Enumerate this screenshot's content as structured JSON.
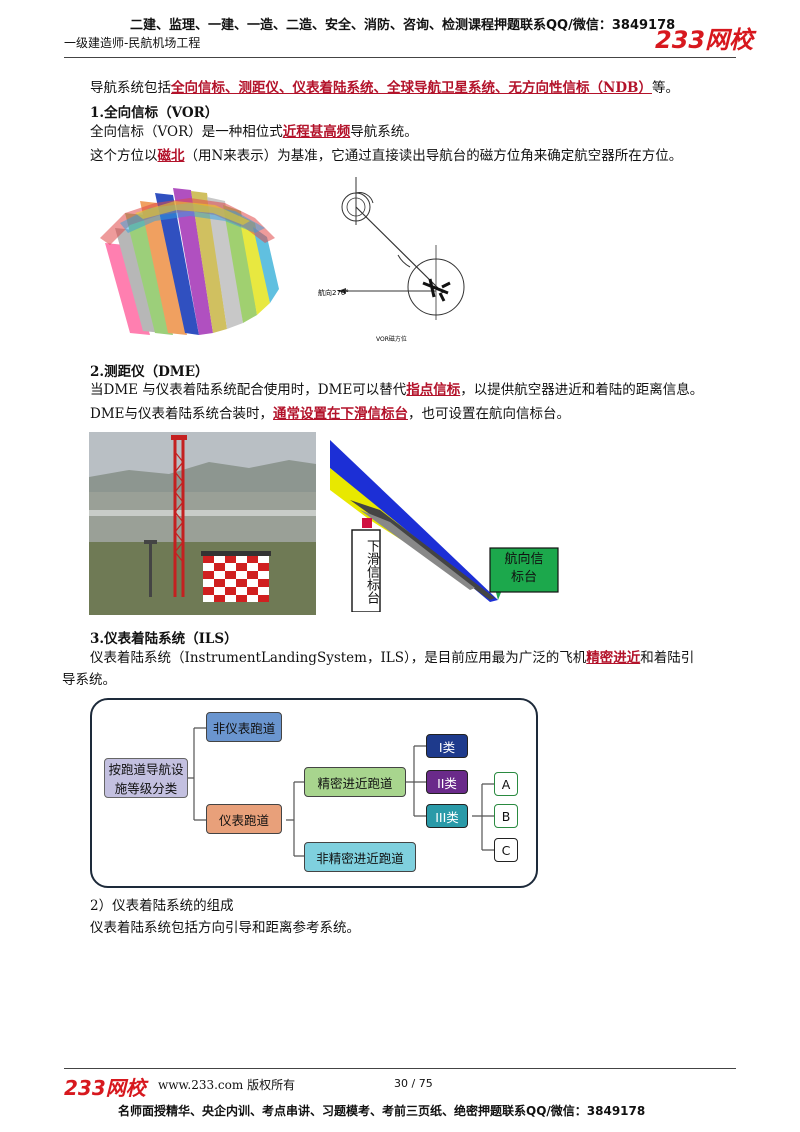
{
  "header": {
    "ad_line": "二建、监理、一建、一造、二造、安全、消防、咨询、检测课程押题联系QQ/微信：3849178",
    "subtitle": "一级建造师-民航机场工程",
    "brand": "233网校",
    "brand_url": "www.233.com"
  },
  "intro": {
    "prefix": "导航系统包括",
    "items": "全向信标、测距仪、仪表着陆系统、全球导航卫星系统、无方向性信标（NDB）",
    "suffix": "等。"
  },
  "vor": {
    "heading": "1.全向信标（VOR）",
    "p1_pre": "全向信标（VOR）是一种相位式",
    "p1_key": "近程甚高频",
    "p1_post": "导航系统。",
    "p2_pre": "这个方位以",
    "p2_key": "磁北",
    "p2_post": "（用N来表示）为基准，它通过直接读出导航台的磁方位角来确定航空器所在方位。",
    "diagram_heading_label": "航向270°",
    "diagram_caption": "VOR磁方位"
  },
  "dme": {
    "heading": "2.测距仪（DME）",
    "p1_pre": "当DME 与仪表着陆系统配合使用时，DME可以替代",
    "p1_key": "指点信标",
    "p1_post": "，以提供航空器进近和着陆的距离信息。",
    "p2_pre": "DME与仪表着陆系统合装时，",
    "p2_key": "通常设置在下滑信标台",
    "p2_post": "，也可设置在航向信标台。",
    "label_glide": "下滑信标台",
    "label_loc_1": "航向信",
    "label_loc_2": "标台"
  },
  "ils": {
    "heading": "3.仪表着陆系统（ILS）",
    "p1_pre": "仪表着陆系统（InstrumentLandingSystem，ILS），是目前应用最为广泛的飞机",
    "p1_key": "精密进近",
    "p1_post": "和着陆引",
    "p1_cont": "导系统。",
    "tree": {
      "root": "按跑道导航设施等级分类",
      "non_instrument": "非仪表跑道",
      "instrument": "仪表跑道",
      "precision": "精密进近跑道",
      "non_precision": "非精密进近跑道",
      "cat1": "I类",
      "cat2": "II类",
      "cat3": "III类",
      "a": "A",
      "b": "B",
      "c": "C"
    },
    "sub_heading": "2）仪表着陆系统的组成",
    "sub_text": "仪表着陆系统包括方向引导和距离参考系统。"
  },
  "footer": {
    "copyright": "www.233.com 版权所有",
    "page": "30 / 75",
    "ad": "名师面授精华、央企内训、考点串讲、习题模考、考前三页纸、绝密押题联系QQ/微信：3849178"
  },
  "colors": {
    "accent_red": "#b3122a",
    "brand_red": "#d7181e"
  }
}
